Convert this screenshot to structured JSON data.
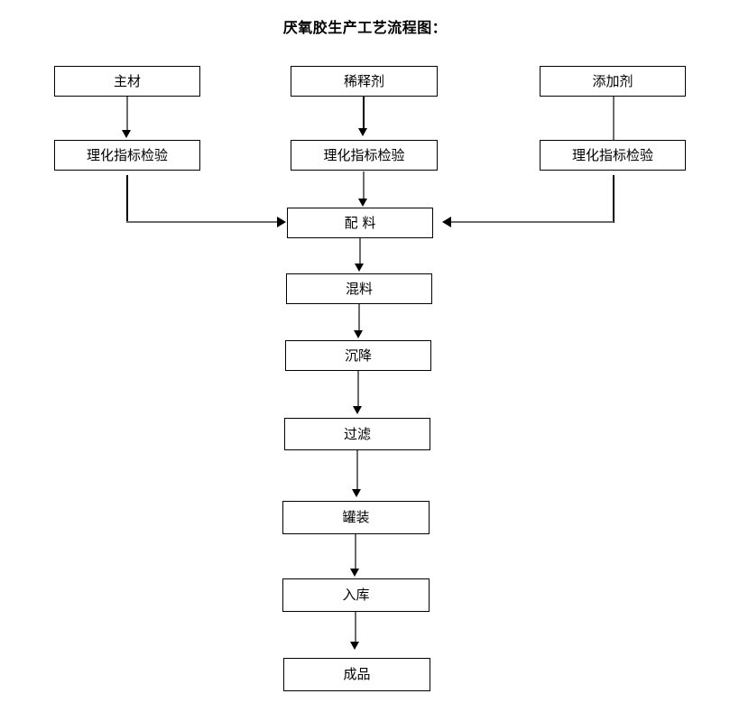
{
  "title": "厌氧胶生产工艺流程图：",
  "colors": {
    "box_border": "#000000",
    "box_fill": "#ffffff",
    "connector_gray": "#6b6b6b",
    "connector_black": "#000000",
    "text": "#000000",
    "background": "#ffffff"
  },
  "diagram": {
    "type": "flowchart",
    "orientation": "top-to-bottom",
    "inputs": [
      {
        "id": "main-material",
        "label": "主材",
        "inspection_label": "理化指标检验",
        "column": "left"
      },
      {
        "id": "diluent",
        "label": "稀释剂",
        "inspection_label": "理化指标检验",
        "column": "center"
      },
      {
        "id": "additive",
        "label": "添加剂",
        "inspection_label": "理化指标检验",
        "column": "right"
      }
    ],
    "process_chain": [
      {
        "id": "batching",
        "label": "配  料"
      },
      {
        "id": "mixing",
        "label": "混料"
      },
      {
        "id": "settling",
        "label": "沉降"
      },
      {
        "id": "filtering",
        "label": "过滤"
      },
      {
        "id": "canning",
        "label": "罐装"
      },
      {
        "id": "warehousing",
        "label": "入库"
      },
      {
        "id": "finished",
        "label": "成品"
      }
    ],
    "edges": [
      {
        "from": "main-material",
        "to": "main-material-inspection",
        "arrow": "down"
      },
      {
        "from": "diluent",
        "to": "diluent-inspection",
        "arrow": "down"
      },
      {
        "from": "additive",
        "to": "additive-inspection",
        "arrow": "none"
      },
      {
        "from": "main-material-inspection",
        "to": "batching",
        "arrow": "right",
        "style": "elbow"
      },
      {
        "from": "diluent-inspection",
        "to": "batching",
        "arrow": "down"
      },
      {
        "from": "additive-inspection",
        "to": "batching",
        "arrow": "left",
        "style": "elbow"
      },
      {
        "from": "batching",
        "to": "mixing",
        "arrow": "down"
      },
      {
        "from": "mixing",
        "to": "settling",
        "arrow": "down"
      },
      {
        "from": "settling",
        "to": "filtering",
        "arrow": "down"
      },
      {
        "from": "filtering",
        "to": "canning",
        "arrow": "down"
      },
      {
        "from": "canning",
        "to": "warehousing",
        "arrow": "down"
      },
      {
        "from": "warehousing",
        "to": "finished",
        "arrow": "down"
      }
    ]
  }
}
